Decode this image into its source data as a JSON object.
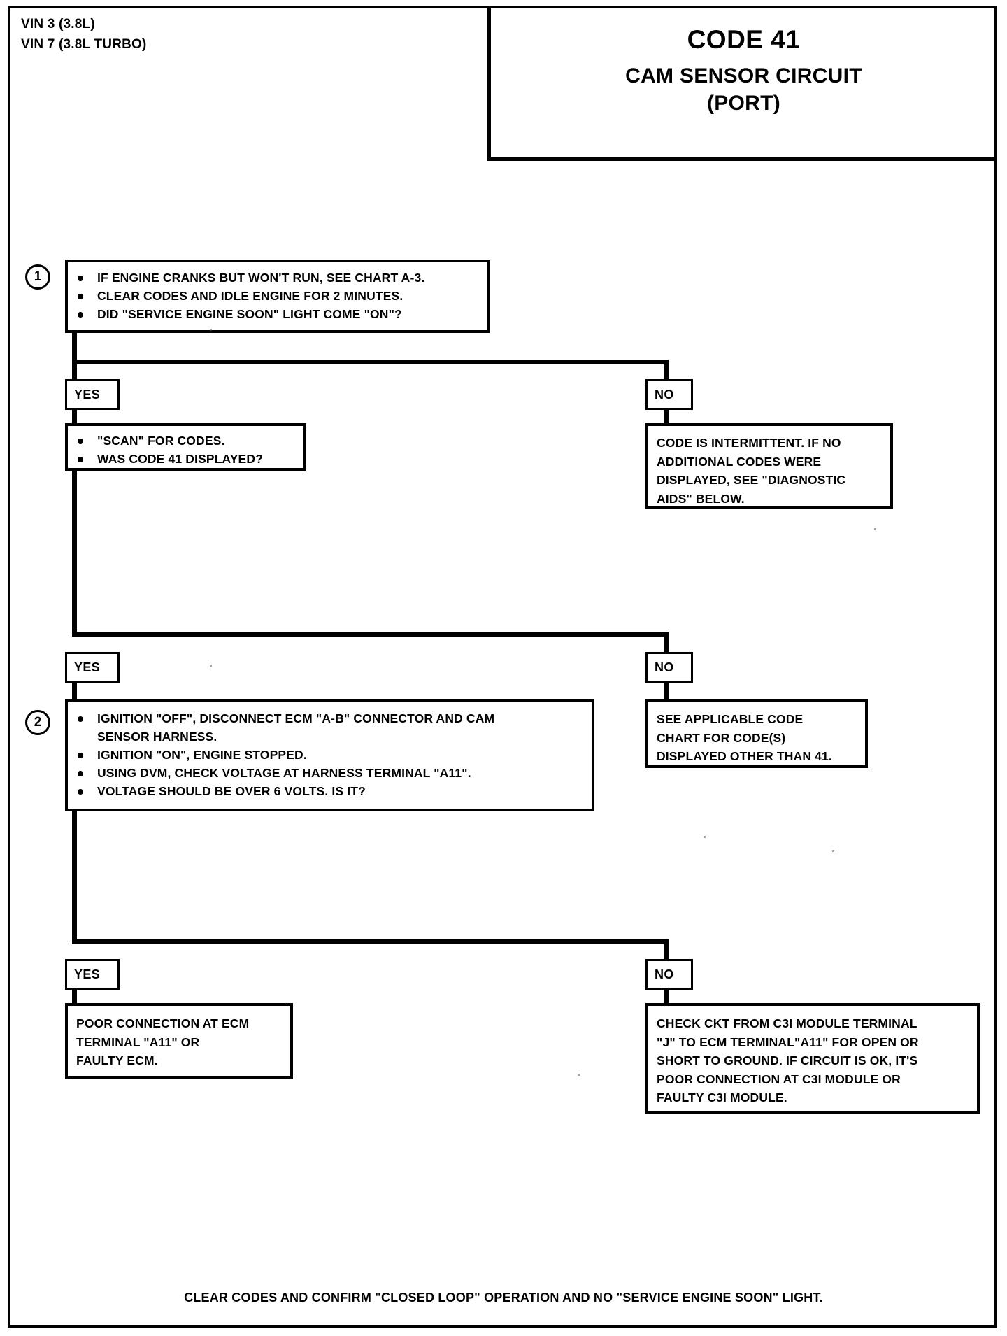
{
  "header": {
    "vin_lines": [
      "VIN 3 (3.8L)",
      "VIN 7 (3.8L TURBO)"
    ],
    "title_code": "CODE 41",
    "title_name": "CAM SENSOR CIRCUIT",
    "title_qualifier": "(PORT)"
  },
  "labels": {
    "yes": "YES",
    "no": "NO",
    "step1": "1",
    "step2": "2"
  },
  "nodes": {
    "step1_box": {
      "bullets": [
        "IF ENGINE CRANKS BUT WON'T RUN, SEE CHART A-3.",
        "CLEAR CODES AND IDLE ENGINE FOR 2 MINUTES.",
        "DID \"SERVICE ENGINE SOON\" LIGHT COME \"ON\"?"
      ]
    },
    "scan_box": {
      "bullets": [
        "\"SCAN\" FOR CODES.",
        "WAS CODE 41 DISPLAYED?"
      ]
    },
    "intermittent_box": {
      "text": "CODE IS INTERMITTENT. IF NO\nADDITIONAL CODES WERE\nDISPLAYED, SEE \"DIAGNOSTIC\nAIDS\"  BELOW."
    },
    "step2_box": {
      "bullets": [
        "IGNITION \"OFF\", DISCONNECT ECM \"A-B\" CONNECTOR AND CAM\nSENSOR HARNESS.",
        "IGNITION \"ON\", ENGINE STOPPED.",
        "USING DVM, CHECK VOLTAGE AT HARNESS TERMINAL \"A11\".",
        "VOLTAGE SHOULD BE OVER 6 VOLTS.  IS IT?"
      ]
    },
    "other_codes_box": {
      "text": "SEE APPLICABLE CODE\nCHART FOR CODE(S)\nDISPLAYED OTHER THAN 41."
    },
    "poor_connection_box": {
      "text": "POOR CONNECTION AT ECM\nTERMINAL \"A11\" OR\nFAULTY ECM."
    },
    "check_ckt_box": {
      "text": "CHECK CKT FROM C3I MODULE TERMINAL\n\"J\" TO ECM TERMINAL\"A11\" FOR OPEN OR\nSHORT TO GROUND. IF CIRCUIT IS OK, IT'S\nPOOR CONNECTION AT C3I MODULE OR\nFAULTY C3I MODULE."
    }
  },
  "footer": {
    "note": "CLEAR CODES AND CONFIRM \"CLOSED LOOP\"  OPERATION AND NO \"SERVICE ENGINE SOON\" LIGHT."
  },
  "colors": {
    "ink": "#000000",
    "paper": "#ffffff"
  }
}
